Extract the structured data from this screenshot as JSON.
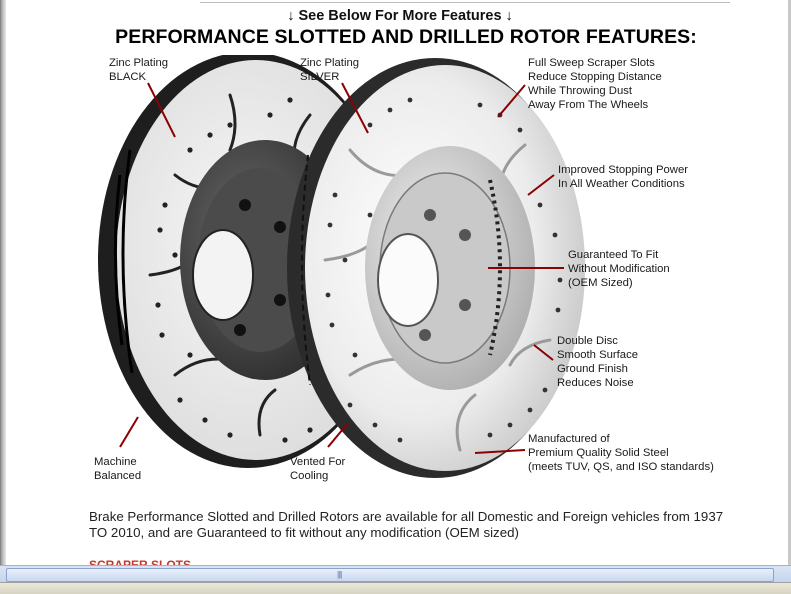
{
  "header": {
    "see_below": "↓ See Below For More Features ↓",
    "title": "PERFORMANCE SLOTTED AND DRILLED ROTOR FEATURES:"
  },
  "figure": {
    "labels": {
      "zinc_black": "Zinc Plating\nBLACK",
      "zinc_silver": "Zinc Plating\nSILVER",
      "scraper_slots": "Full Sweep Scraper Slots\nReduce Stopping Distance\nWhile Throwing Dust\nAway From The Wheels",
      "stopping_power": "Improved Stopping Power\nIn All Weather Conditions",
      "guaranteed_fit": "Guaranteed To Fit\nWithout Modification\n(OEM Sized)",
      "double_disc": "Double Disc\nSmooth Surface\nGround Finish\nReduces Noise",
      "manufactured": "Manufactured of\nPremium Quality Solid Steel\n(meets TUV, QS, and ISO standards)",
      "machine_balanced": "Machine\nBalanced",
      "vented": "Vented For\nCooling"
    },
    "colors": {
      "pointer": "#8b0000",
      "black_rotor": "#1c1c1c",
      "silver_rotor": "#e6e6e6"
    }
  },
  "body": {
    "description": "Brake Performance Slotted and Drilled Rotors are available for all Domestic and Foreign vehicles from 1937 TO 2010, and are Guaranteed to fit without any modification (OEM sized)",
    "cut_heading": "SCRAPER SLOTS"
  },
  "scrollbar": {
    "grip": "||||"
  }
}
